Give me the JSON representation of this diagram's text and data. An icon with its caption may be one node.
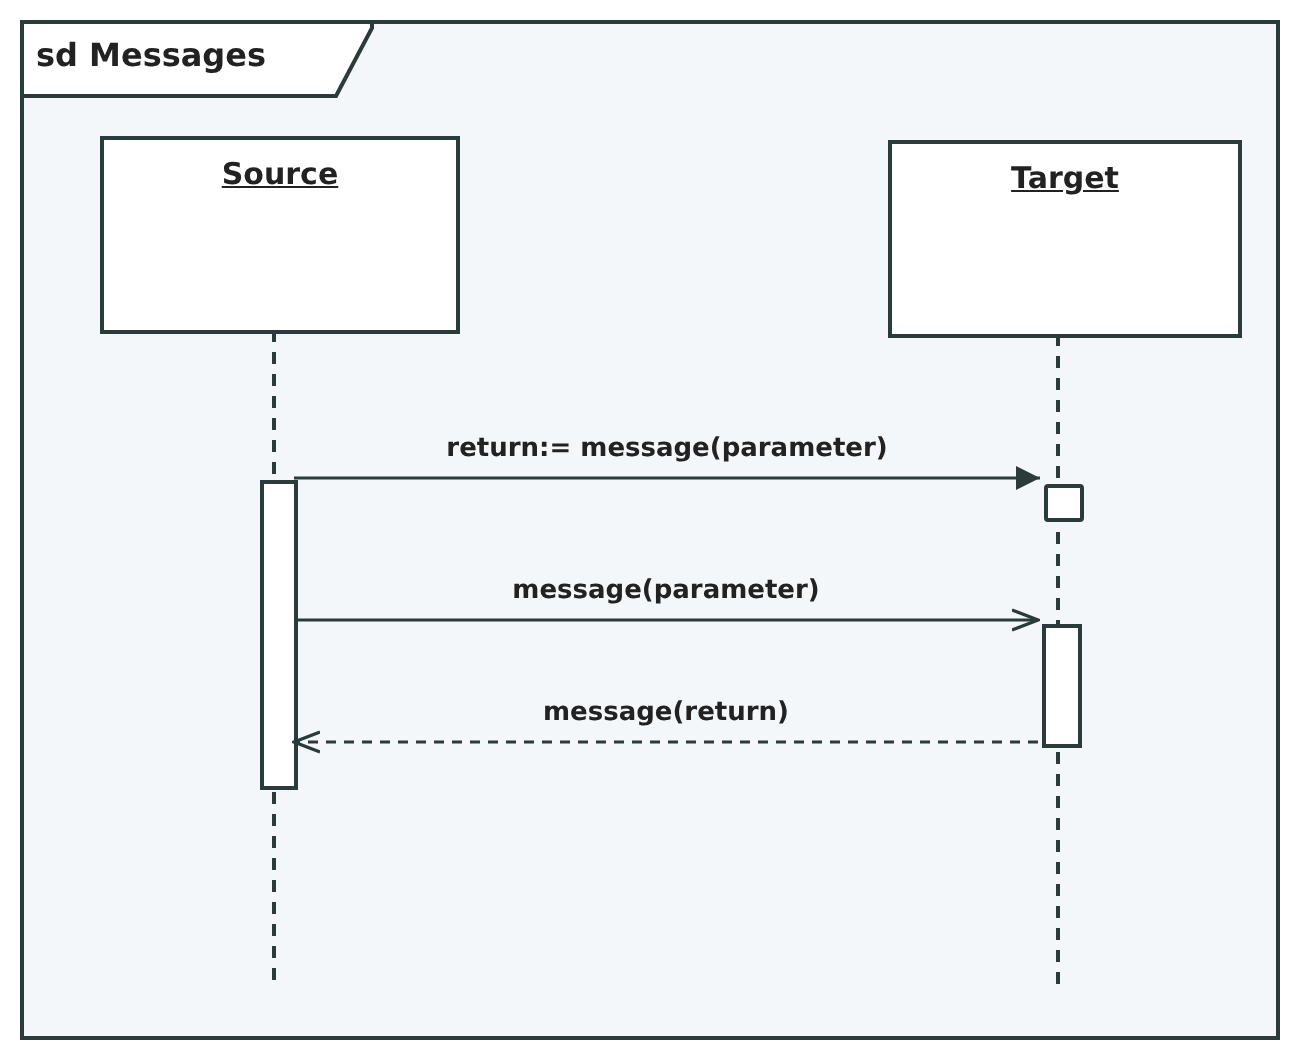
{
  "diagram": {
    "nodes": [
      {
        "text": [
          "sd Messages"
        ]
      },
      {
        "text": [
          "Source"
        ],
        "in": 0
      },
      {
        "text": [
          "Target"
        ],
        "in": 0
      },
      {
        "text": [],
        "shape": "bar",
        "in": 0
      },
      {
        "text": [],
        "shape": "box",
        "in": 0
      },
      {
        "text": [],
        "shape": "bar",
        "in": 0
      }
    ],
    "edges": [
      {
        "from": 3,
        "to": 4,
        "arrow": "to",
        "label": "return:= message(parameter)"
      },
      {
        "from": 3,
        "to": 5,
        "arrow": "to",
        "label": "message(parameter)"
      },
      {
        "from": 5,
        "to": 3,
        "arrow": "to",
        "label": "message(return)",
        "style": "dashed"
      }
    ]
  }
}
